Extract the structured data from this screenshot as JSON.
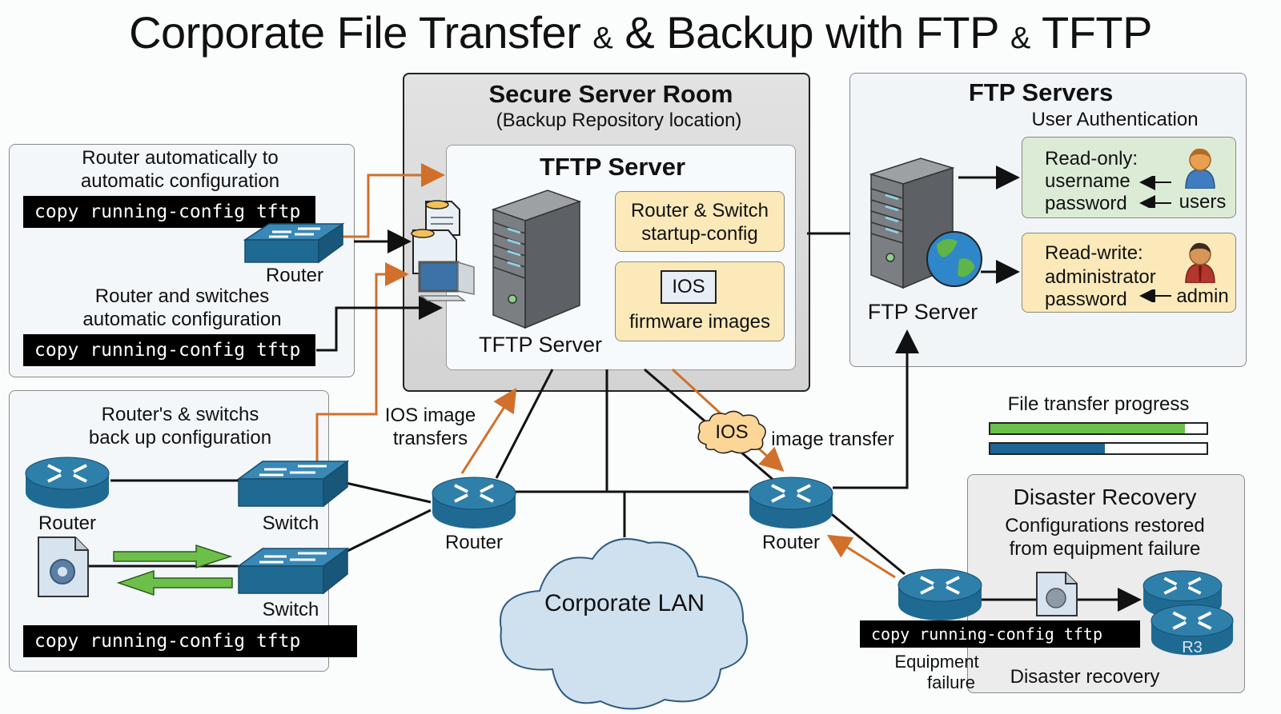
{
  "title": {
    "part1": "Corporate File Transfer",
    "amp_small_1": "&",
    "part2": "& Backup with FTP",
    "amp_small_2": "&",
    "part3": "TFTP"
  },
  "left_top_panel": {
    "heading1_line1": "Router automatically to",
    "heading1_line2": "automatic configuration",
    "command1": "copy running-config tftp",
    "device_label": "Router",
    "heading2_line1": "Router and switches",
    "heading2_line2": "automatic configuration",
    "command2": "copy running-config tftp"
  },
  "left_bottom_panel": {
    "heading_line1": "Router's & switchs",
    "heading_line2": "back up configuration",
    "router_label": "Router",
    "switch1_label": "Switch",
    "switch2_label": "Switch",
    "command": "copy running-config tftp"
  },
  "server_room": {
    "title": "Secure Server Room",
    "subtitle": "(Backup Repository location)",
    "tftp": {
      "title": "TFTP Server",
      "server_label": "TFTP Server",
      "config_note_line1": "Router & Switch",
      "config_note_line2": "startup-config",
      "ios_badge": "IOS",
      "firmware_label": "firmware images"
    }
  },
  "ftp_panel": {
    "title": "FTP Servers",
    "subtitle": "User Authentication",
    "server_label": "FTP Server",
    "read_only": {
      "title": "Read-only:",
      "field1": "username",
      "field2": "password",
      "user_label": "users"
    },
    "read_write": {
      "title": "Read-write:",
      "field1": "administrator",
      "field2": "password",
      "user_label": "admin"
    }
  },
  "network": {
    "ios_transfers_line1": "IOS image",
    "ios_transfers_line2": "transfers",
    "ios_cloud": "IOS",
    "image_transfer": "image transfer",
    "router_center_label": "Router",
    "router_right_label": "Router",
    "lan_label": "Corporate LAN"
  },
  "progress": {
    "title": "File transfer progress",
    "bars": [
      {
        "name": "transfer-1",
        "percent": 90,
        "color": "#6cc04a"
      },
      {
        "name": "transfer-2",
        "percent": 53,
        "color": "#1d6595"
      }
    ]
  },
  "disaster_recovery": {
    "title": "Disaster Recovery",
    "subtitle_line1": "Configurations restored",
    "subtitle_line2": "from equipment failure",
    "command": "copy running-config tftp",
    "failure_line1": "Equipment",
    "failure_line2": "failure",
    "router_tag": "R3",
    "footer": "Disaster recovery"
  },
  "colors": {
    "device_blue": "#1f6a93",
    "transfer_orange": "#d0702a",
    "arrow_green": "#6cc04a",
    "note_yellow": "#fbe9b9",
    "note_green": "#dcebd6",
    "lan_cloud": "#cfe1ef"
  }
}
